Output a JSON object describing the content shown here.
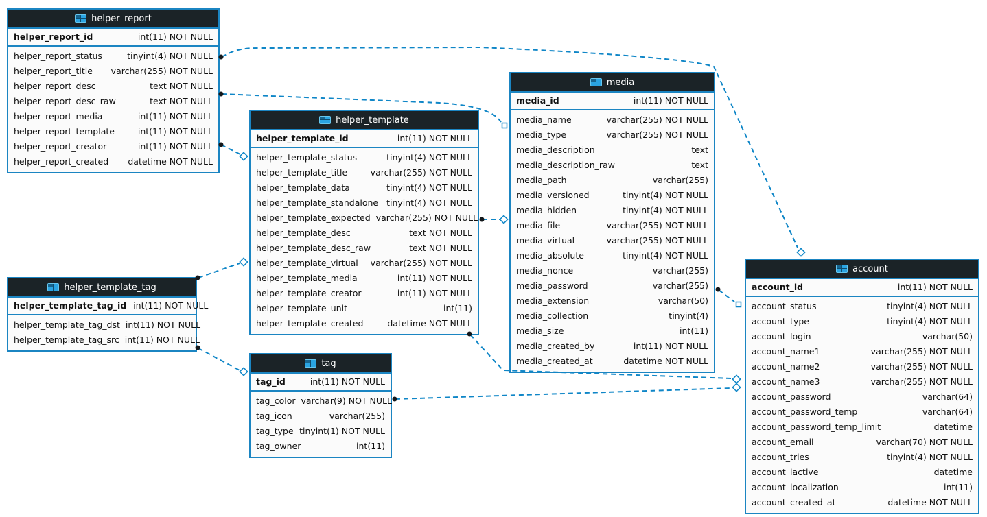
{
  "diagram": {
    "title": "database schema designer canvas",
    "colors": {
      "accent_blue": "#1b85c2",
      "relation_line": "#0f86c7",
      "table_header_bg": "#1b2327",
      "table_header_text": "#ffffff",
      "table_row_bg": "#fbfbfb",
      "row_text": "#101010",
      "table_icon_blue": "#2aa4e2"
    },
    "tables": [
      {
        "name": "helper_report",
        "icon": "table-icon",
        "pk": {
          "field": "helper_report_id",
          "type": "int(11) NOT NULL"
        },
        "fields": [
          {
            "field": "helper_report_status",
            "type": "tinyint(4) NOT NULL"
          },
          {
            "field": "helper_report_title",
            "type": "varchar(255) NOT NULL"
          },
          {
            "field": "helper_report_desc",
            "type": "text NOT NULL"
          },
          {
            "field": "helper_report_desc_raw",
            "type": "text NOT NULL"
          },
          {
            "field": "helper_report_media",
            "type": "int(11) NOT NULL"
          },
          {
            "field": "helper_report_template",
            "type": "int(11) NOT NULL"
          },
          {
            "field": "helper_report_creator",
            "type": "int(11) NOT NULL"
          },
          {
            "field": "helper_report_created",
            "type": "datetime NOT NULL"
          }
        ]
      },
      {
        "name": "helper_template",
        "icon": "table-icon",
        "pk": {
          "field": "helper_template_id",
          "type": "int(11) NOT NULL"
        },
        "fields": [
          {
            "field": "helper_template_status",
            "type": "tinyint(4) NOT NULL"
          },
          {
            "field": "helper_template_title",
            "type": "varchar(255) NOT NULL"
          },
          {
            "field": "helper_template_data",
            "type": "tinyint(4) NOT NULL"
          },
          {
            "field": "helper_template_standalone",
            "type": "tinyint(4) NOT NULL"
          },
          {
            "field": "helper_template_expected",
            "type": "varchar(255) NOT NULL"
          },
          {
            "field": "helper_template_desc",
            "type": "text NOT NULL"
          },
          {
            "field": "helper_template_desc_raw",
            "type": "text NOT NULL"
          },
          {
            "field": "helper_template_virtual",
            "type": "varchar(255) NOT NULL"
          },
          {
            "field": "helper_template_media",
            "type": "int(11) NOT NULL"
          },
          {
            "field": "helper_template_creator",
            "type": "int(11) NOT NULL"
          },
          {
            "field": "helper_template_unit",
            "type": "int(11)"
          },
          {
            "field": "helper_template_created",
            "type": "datetime NOT NULL"
          }
        ]
      },
      {
        "name": "helper_template_tag",
        "icon": "table-icon",
        "pk": {
          "field": "helper_template_tag_id",
          "type": "int(11) NOT NULL"
        },
        "fields": [
          {
            "field": "helper_template_tag_dst",
            "type": "int(11) NOT NULL"
          },
          {
            "field": "helper_template_tag_src",
            "type": "int(11) NOT NULL"
          }
        ]
      },
      {
        "name": "tag",
        "icon": "table-icon",
        "pk": {
          "field": "tag_id",
          "type": "int(11) NOT NULL"
        },
        "fields": [
          {
            "field": "tag_color",
            "type": "varchar(9) NOT NULL"
          },
          {
            "field": "tag_icon",
            "type": "varchar(255)"
          },
          {
            "field": "tag_type",
            "type": "tinyint(1) NOT NULL"
          },
          {
            "field": "tag_owner",
            "type": "int(11)"
          }
        ]
      },
      {
        "name": "media",
        "icon": "table-icon",
        "pk": {
          "field": "media_id",
          "type": "int(11) NOT NULL"
        },
        "fields": [
          {
            "field": "media_name",
            "type": "varchar(255) NOT NULL"
          },
          {
            "field": "media_type",
            "type": "varchar(255) NOT NULL"
          },
          {
            "field": "media_description",
            "type": "text"
          },
          {
            "field": "media_description_raw",
            "type": "text"
          },
          {
            "field": "media_path",
            "type": "varchar(255)"
          },
          {
            "field": "media_versioned",
            "type": "tinyint(4) NOT NULL"
          },
          {
            "field": "media_hidden",
            "type": "tinyint(4) NOT NULL"
          },
          {
            "field": "media_file",
            "type": "varchar(255) NOT NULL"
          },
          {
            "field": "media_virtual",
            "type": "varchar(255) NOT NULL"
          },
          {
            "field": "media_absolute",
            "type": "tinyint(4) NOT NULL"
          },
          {
            "field": "media_nonce",
            "type": "varchar(255)"
          },
          {
            "field": "media_password",
            "type": "varchar(255)"
          },
          {
            "field": "media_extension",
            "type": "varchar(50)"
          },
          {
            "field": "media_collection",
            "type": "tinyint(4)"
          },
          {
            "field": "media_size",
            "type": "int(11)"
          },
          {
            "field": "media_created_by",
            "type": "int(11) NOT NULL"
          },
          {
            "field": "media_created_at",
            "type": "datetime NOT NULL"
          }
        ]
      },
      {
        "name": "account",
        "icon": "table-icon",
        "pk": {
          "field": "account_id",
          "type": "int(11) NOT NULL"
        },
        "fields": [
          {
            "field": "account_status",
            "type": "tinyint(4) NOT NULL"
          },
          {
            "field": "account_type",
            "type": "tinyint(4) NOT NULL"
          },
          {
            "field": "account_login",
            "type": "varchar(50)"
          },
          {
            "field": "account_name1",
            "type": "varchar(255) NOT NULL"
          },
          {
            "field": "account_name2",
            "type": "varchar(255) NOT NULL"
          },
          {
            "field": "account_name3",
            "type": "varchar(255) NOT NULL"
          },
          {
            "field": "account_password",
            "type": "varchar(64)"
          },
          {
            "field": "account_password_temp",
            "type": "varchar(64)"
          },
          {
            "field": "account_password_temp_limit",
            "type": "datetime"
          },
          {
            "field": "account_email",
            "type": "varchar(70) NOT NULL"
          },
          {
            "field": "account_tries",
            "type": "tinyint(4) NOT NULL"
          },
          {
            "field": "account_lactive",
            "type": "datetime"
          },
          {
            "field": "account_localization",
            "type": "int(11)"
          },
          {
            "field": "account_created_at",
            "type": "datetime NOT NULL"
          }
        ]
      }
    ],
    "relations": [
      {
        "from": "helper_report",
        "to": "account"
      },
      {
        "from": "helper_report",
        "to": "media"
      },
      {
        "from": "helper_report",
        "to": "helper_template"
      },
      {
        "from": "helper_template_tag",
        "to": "helper_template"
      },
      {
        "from": "helper_template",
        "to": "media"
      },
      {
        "from": "helper_template",
        "to": "account"
      },
      {
        "from": "tag",
        "to": "account"
      },
      {
        "from": "helper_template_tag",
        "to": "tag"
      },
      {
        "from": "media",
        "to": "account"
      }
    ]
  }
}
